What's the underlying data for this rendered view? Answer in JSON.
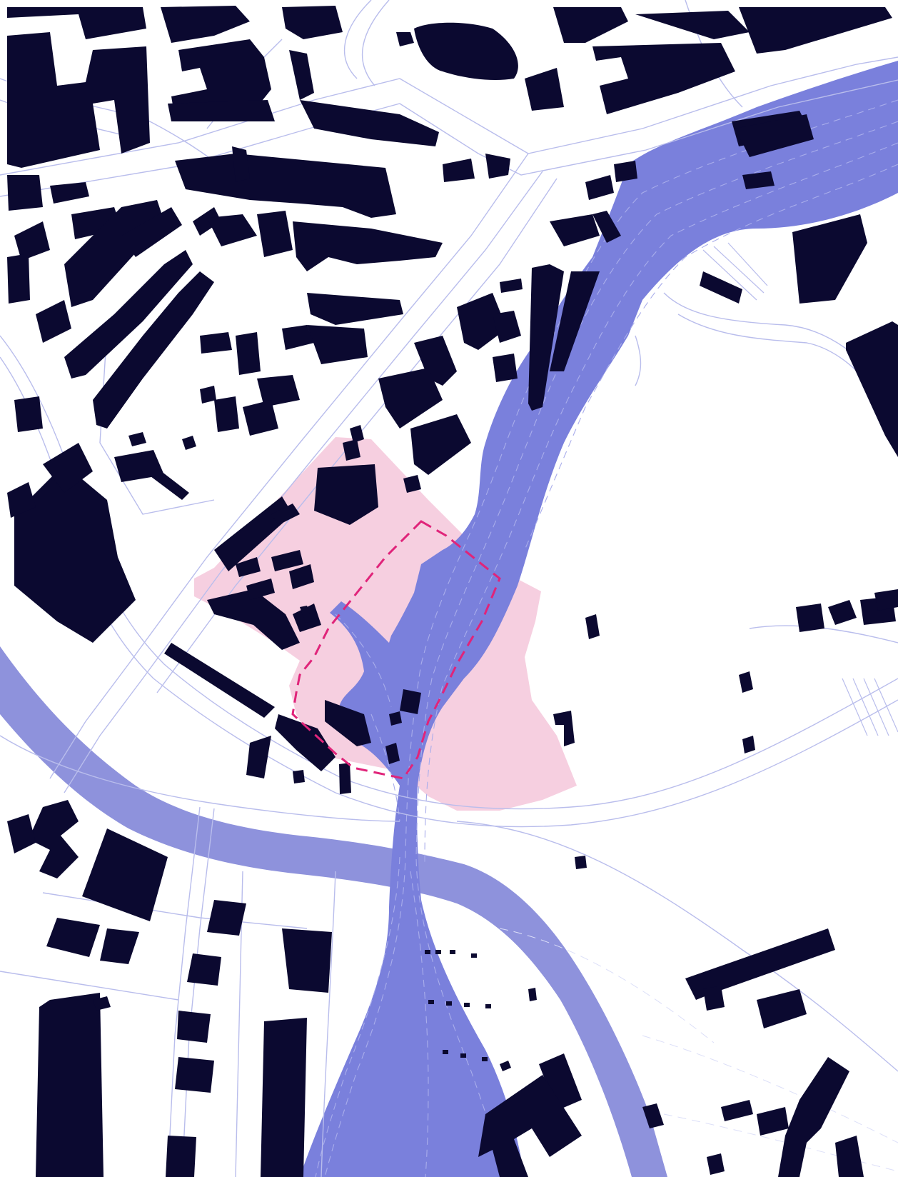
{
  "map": {
    "colors": {
      "background": "#ffffff",
      "building": "#0b0930",
      "railway": "#7a80dc",
      "river": "#8e92dc",
      "site_area": "#f6cfe0",
      "site_boundary": "#e0247a",
      "street_lines": "#b9bdec"
    },
    "layers": [
      "site-area",
      "river",
      "railway",
      "streets",
      "buildings",
      "site-boundary"
    ]
  }
}
